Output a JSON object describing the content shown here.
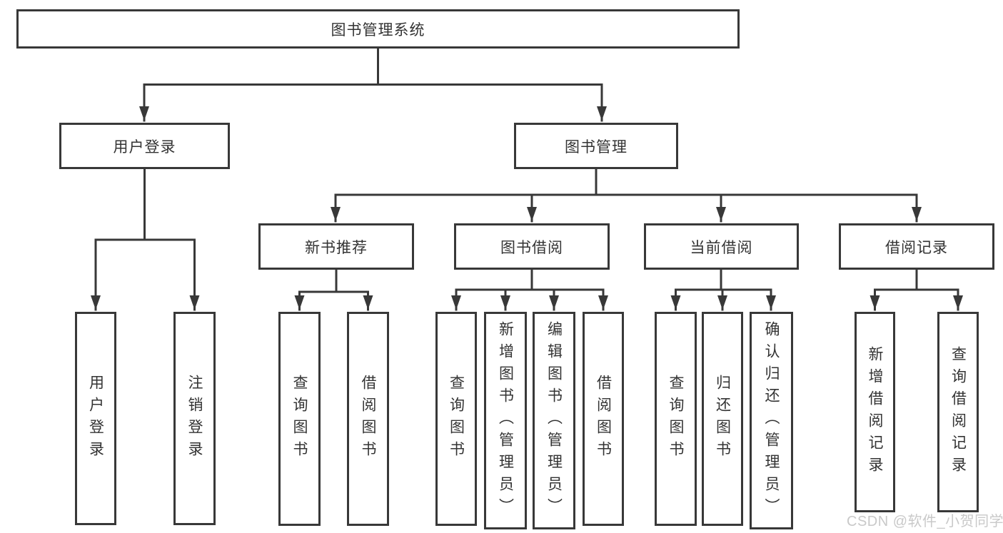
{
  "diagram": {
    "root": {
      "label": "图书管理系统"
    },
    "branches": [
      {
        "label": "用户登录",
        "children": [
          {
            "label": "用户登录"
          },
          {
            "label": "注销登录"
          }
        ]
      },
      {
        "label": "图书管理",
        "children": [
          {
            "label": "新书推荐",
            "children": [
              {
                "label": "查询图书"
              },
              {
                "label": "借阅图书"
              }
            ]
          },
          {
            "label": "图书借阅",
            "children": [
              {
                "label": "查询图书"
              },
              {
                "label": "新增图书（管理员）"
              },
              {
                "label": "编辑图书（管理员）"
              },
              {
                "label": "借阅图书"
              }
            ]
          },
          {
            "label": "当前借阅",
            "children": [
              {
                "label": "查询图书"
              },
              {
                "label": "归还图书"
              },
              {
                "label": "确认归还（管理员）"
              }
            ]
          },
          {
            "label": "借阅记录",
            "children": [
              {
                "label": "新增借阅记录"
              },
              {
                "label": "查询借阅记录"
              }
            ]
          }
        ]
      }
    ]
  },
  "watermark": {
    "text": "CSDN @软件_小贺同学"
  },
  "colors": {
    "line": "#383838",
    "text": "#333333",
    "box_background": "#ffffff",
    "page_background": "#ffffff",
    "watermark": "#c9c9c9"
  }
}
